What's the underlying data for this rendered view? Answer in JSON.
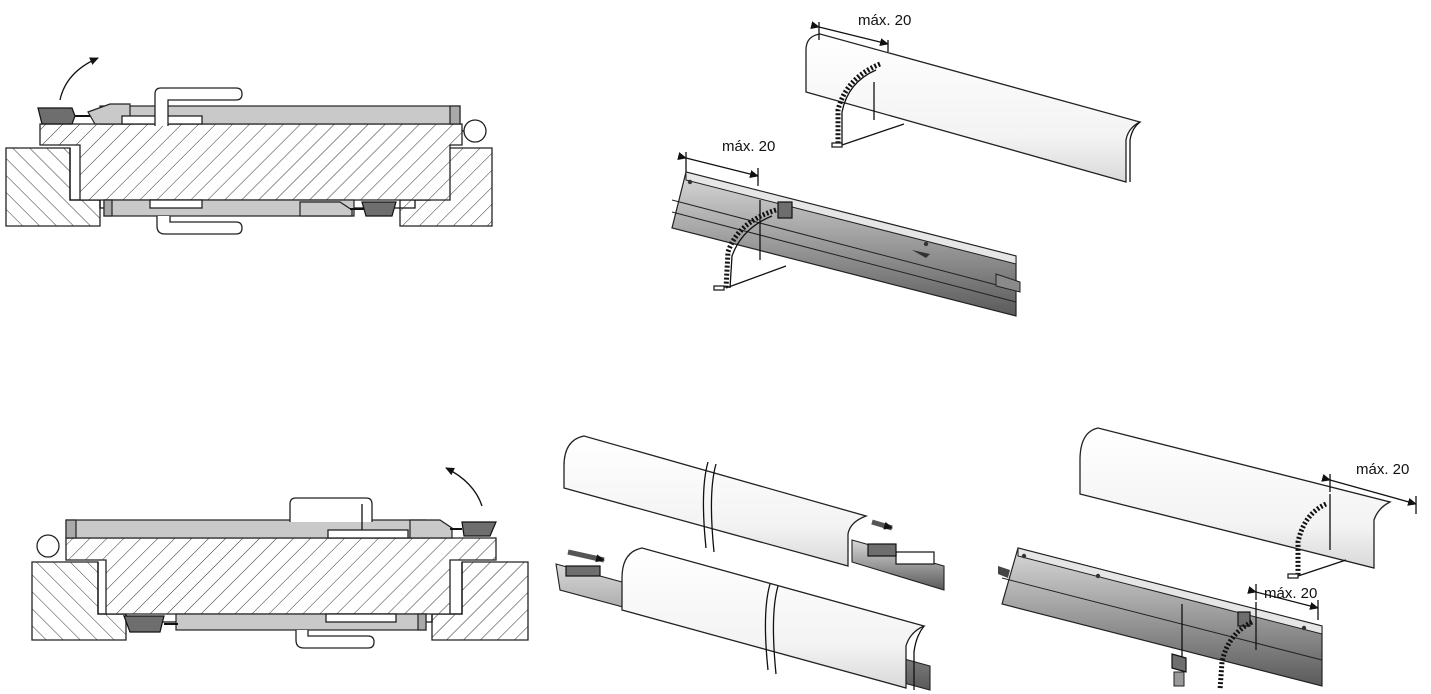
{
  "labels": {
    "cover_top": "máx. 20",
    "rail_top": "máx. 20",
    "cover_bottom_right": "máx. 20",
    "rail_bottom_right": "máx. 20"
  }
}
